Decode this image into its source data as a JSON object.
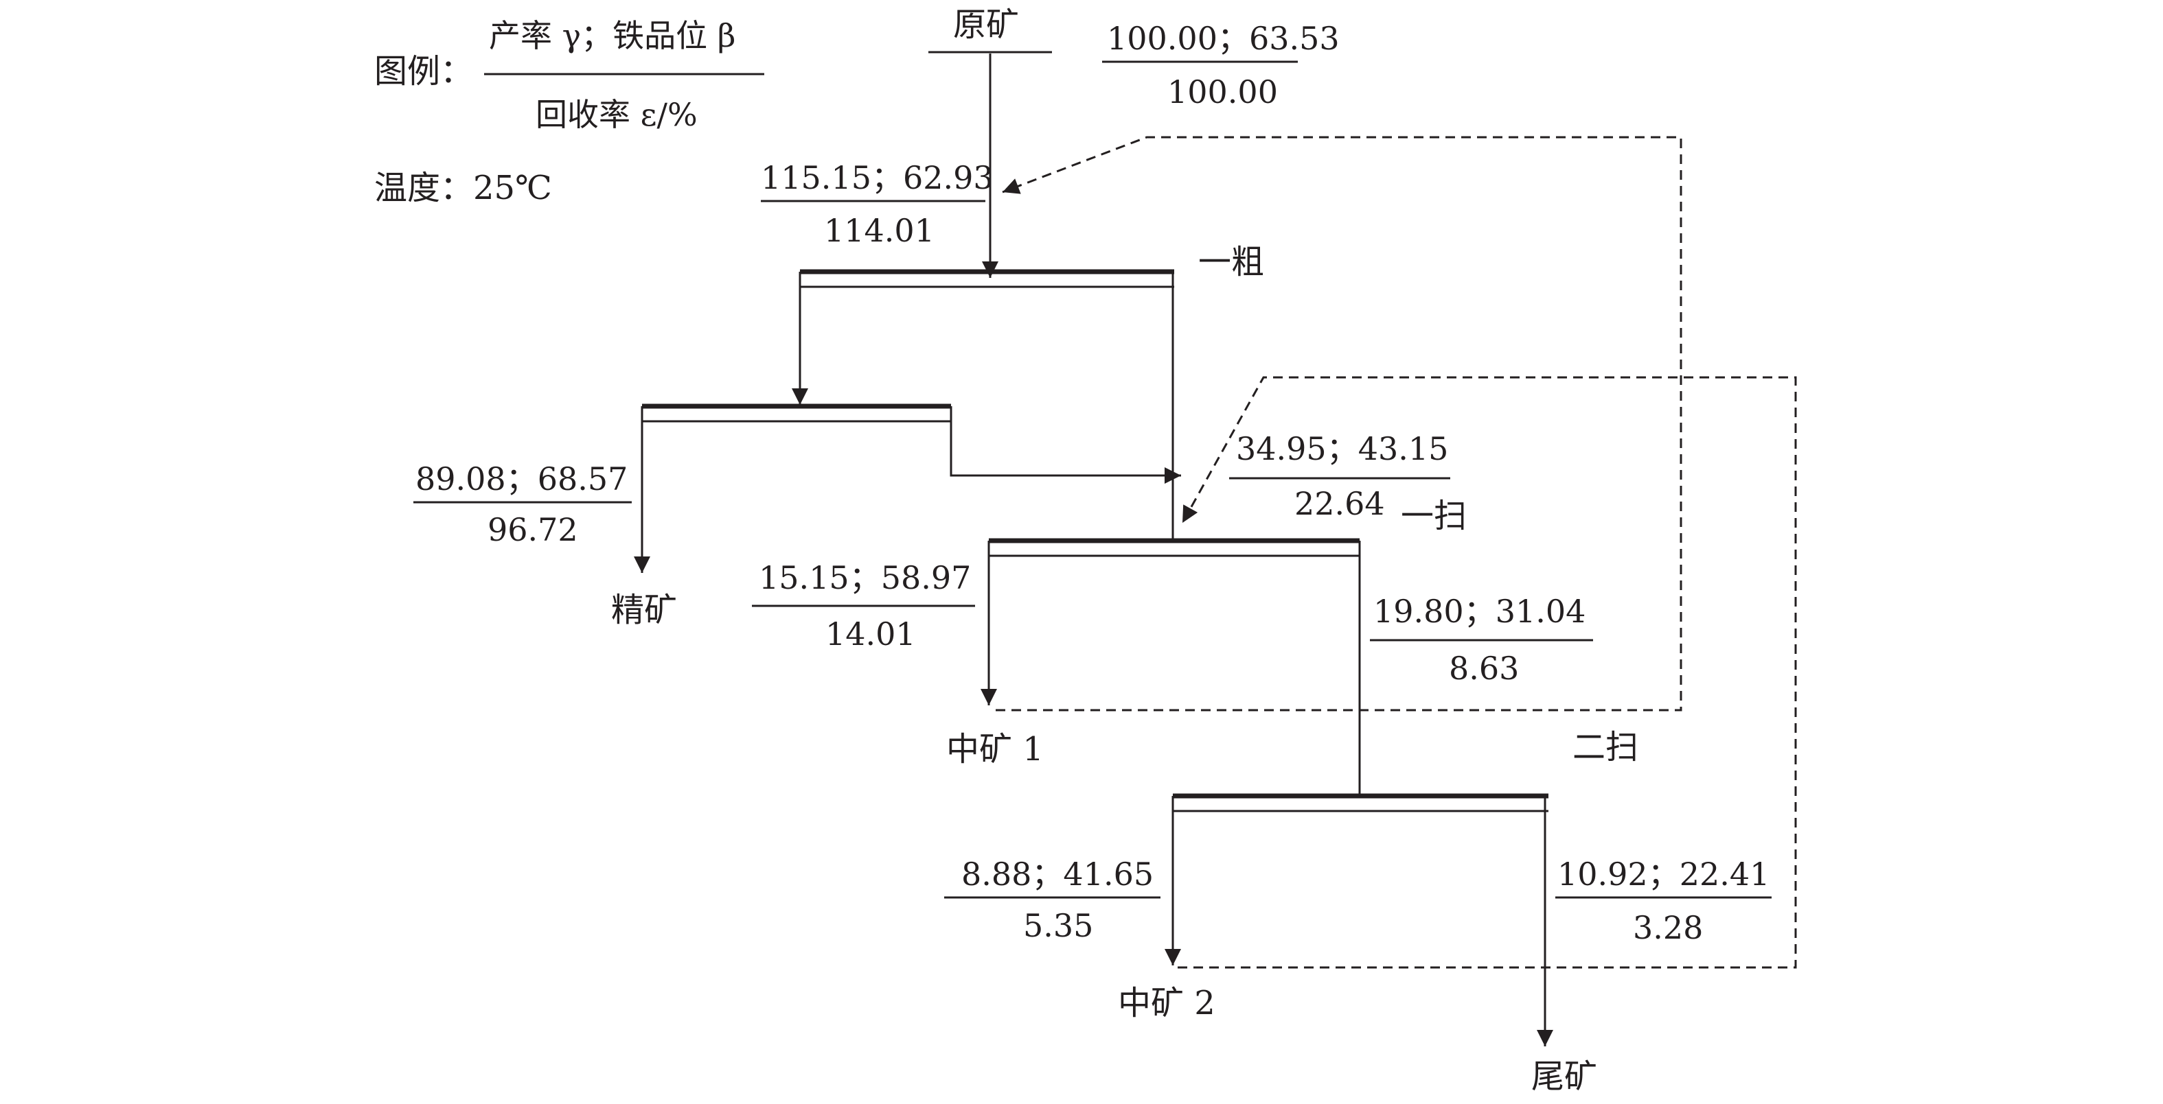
{
  "legend": {
    "prefix": "图例：",
    "numerator": "产率 γ；铁品位 β",
    "denominator": "回收率 ε/%",
    "temperature": "温度：25℃"
  },
  "labels": {
    "raw_ore": "原矿",
    "rougher": "一粗",
    "scavenger1": "一扫",
    "scavenger2": "二扫",
    "concentrate": "精矿",
    "middling1": "中矿 1",
    "middling2": "中矿 2",
    "tailings": "尾矿"
  },
  "streams": {
    "raw_ore": {
      "top": "100.00；63.53",
      "bottom": "100.00"
    },
    "rougher_feed": {
      "top": "115.15；62.93",
      "bottom": "114.01"
    },
    "concentrate": {
      "top": "89.08；68.57",
      "bottom": "96.72"
    },
    "scav1_feed": {
      "top": "34.95；43.15",
      "bottom": "22.64"
    },
    "middling1": {
      "top": "15.15；58.97",
      "bottom": "14.01"
    },
    "scav1_tail": {
      "top": "19.80；31.04",
      "bottom": "8.63"
    },
    "middling2": {
      "top": "8.88；41.65",
      "bottom": "5.35"
    },
    "tailings": {
      "top": "10.92；22.41",
      "bottom": "3.28"
    }
  }
}
